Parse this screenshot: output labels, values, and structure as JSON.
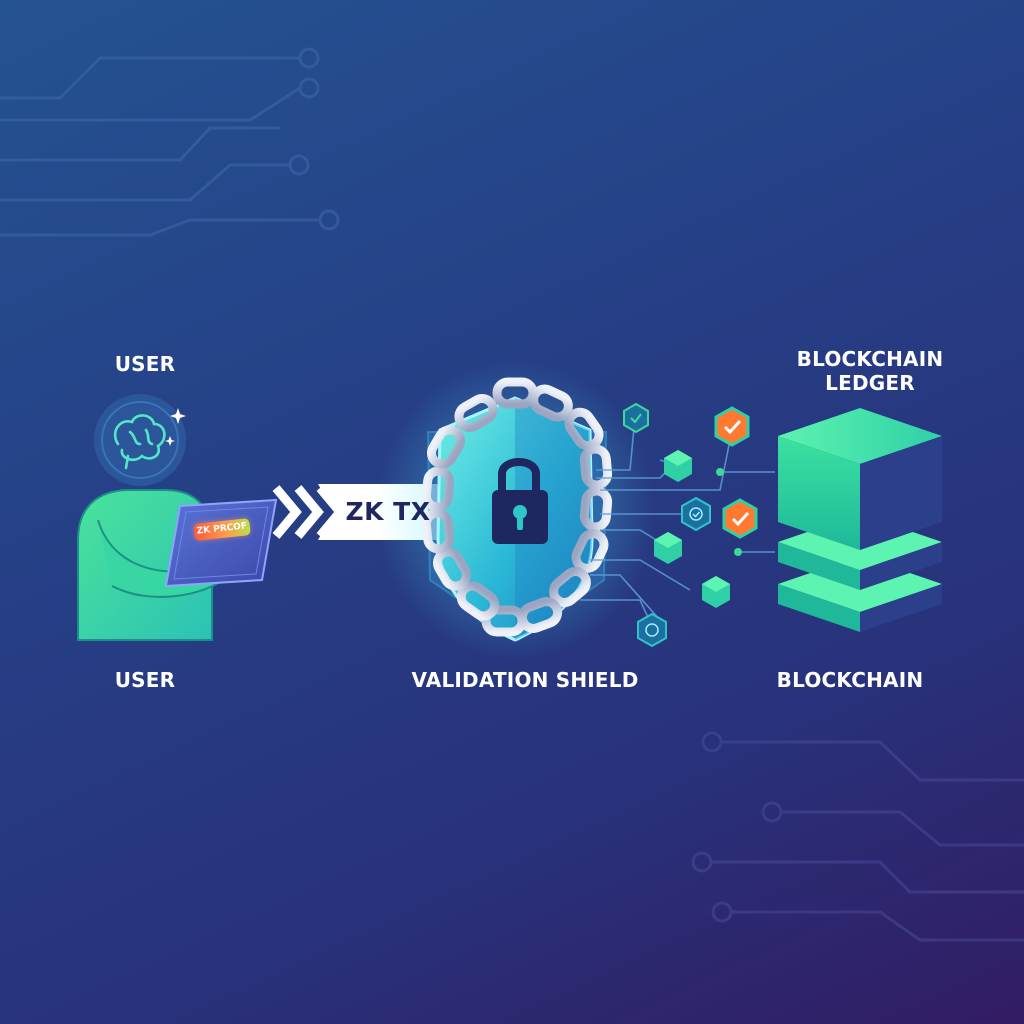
{
  "labels": {
    "user_top": "USER",
    "user_bottom": "USER",
    "validation_shield": "VALIDATION SHIELD",
    "blockchain_ledger": "BLOCKCHAIN LEDGER",
    "blockchain": "BLOCKCHAIN"
  },
  "arrow": {
    "text": "ZK TX"
  },
  "tablet": {
    "badge_text": "ZK PRCOF"
  },
  "colors": {
    "background_top": "#245391",
    "background_bottom": "#321c64",
    "accent_green": "#3ed99a",
    "accent_teal": "#2fc6c8",
    "accent_orange": "#ff7a30",
    "lock_dark": "#1f2760"
  },
  "icons": {
    "user": "person-icon",
    "brain": "brain-icon",
    "sparkle": "sparkle-icon",
    "lock": "padlock-icon",
    "chain": "chain-link-icon",
    "check": "check-icon",
    "ledger": "stacked-blocks-icon"
  }
}
